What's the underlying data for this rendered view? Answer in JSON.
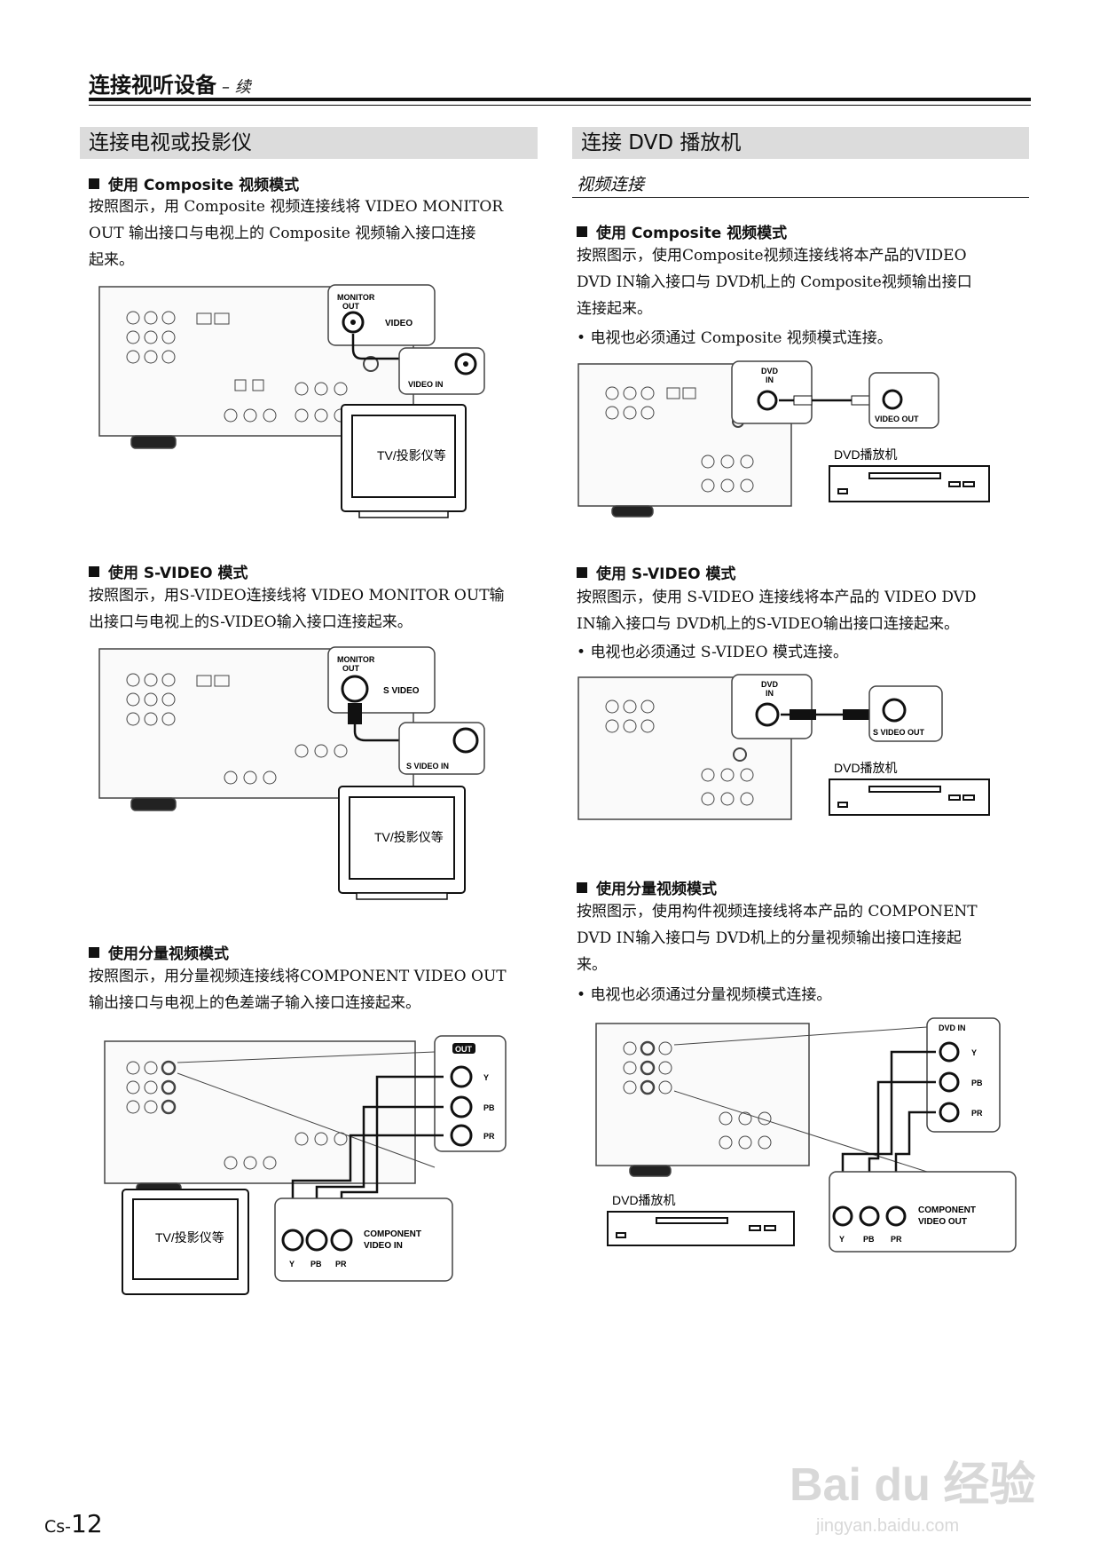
{
  "header": {
    "title": "连接视听设备",
    "continued": "– 续"
  },
  "left": {
    "section_title": "连接电视或投影仪",
    "composite": {
      "heading": "使用 Composite 视频模式",
      "lines": [
        "按照图示，用 Composite 视频连接线将 VIDEO MONITOR",
        "OUT 输出接口与电视上的 Composite 视频输入接口连接",
        "起来。"
      ],
      "callout_out_label": "MONITOR\nOUT",
      "callout_out_side": "VIDEO",
      "callout_in_label": "VIDEO IN",
      "tv_label": "TV/投影仪等"
    },
    "svideo": {
      "heading": "使用 S-VIDEO 模式",
      "lines": [
        "按照图示，用S-VIDEO连接线将 VIDEO MONITOR OUT输",
        "出接口与电视上的S-VIDEO输入接口连接起来。"
      ],
      "callout_out_label": "MONITOR\nOUT",
      "callout_out_side": "S VIDEO",
      "callout_in_label": "S VIDEO IN",
      "tv_label": "TV/投影仪等"
    },
    "component": {
      "heading": "使用分量视频模式",
      "lines": [
        "按照图示，用分量视频连接线将COMPONENT VIDEO OUT",
        "输出接口与电视上的色差端子输入接口连接起来。"
      ],
      "out_badge": "OUT",
      "jacks": [
        "Y",
        "PB",
        "PR"
      ],
      "in_label": "COMPONENT\nVIDEO IN",
      "tv_label": "TV/投影仪等"
    }
  },
  "right": {
    "section_title": "连接 DVD 播放机",
    "sub_title": "视频连接",
    "composite": {
      "heading": "使用 Composite 视频模式",
      "lines": [
        "按照图示，使用Composite视频连接线将本产品的VIDEO",
        "DVD IN输入接口与 DVD机上的 Composite视频输出接口",
        "连接起来。"
      ],
      "bullet": "电视也必须通过 Composite 视频模式连接。",
      "callout_in_label": "DVD\nIN",
      "callout_out_label": "VIDEO OUT",
      "player_label": "DVD播放机"
    },
    "svideo": {
      "heading": "使用 S-VIDEO 模式",
      "lines": [
        "按照图示，使用 S-VIDEO 连接线将本产品的 VIDEO DVD",
        "IN输入接口与 DVD机上的S-VIDEO输出接口连接起来。"
      ],
      "bullet": "电视也必须通过 S-VIDEO 模式连接。",
      "callout_in_label": "DVD\nIN",
      "callout_out_label": "S VIDEO OUT",
      "player_label": "DVD播放机"
    },
    "component": {
      "heading": "使用分量视频模式",
      "lines": [
        "按照图示，使用构件视频连接线将本产品的 COMPONENT",
        "DVD IN输入接口与 DVD机上的分量视频输出接口连接起",
        "来。"
      ],
      "bullet": "电视也必须通过分量视频模式连接。",
      "in_label": "DVD IN",
      "jacks": [
        "Y",
        "PB",
        "PR"
      ],
      "out_label": "COMPONENT\nVIDEO OUT",
      "player_label": "DVD播放机"
    }
  },
  "footer": {
    "page_prefix": "Cs-",
    "page_number": "12"
  },
  "watermark": {
    "brand": "Bai du 经验",
    "url": "jingyan.baidu.com"
  }
}
